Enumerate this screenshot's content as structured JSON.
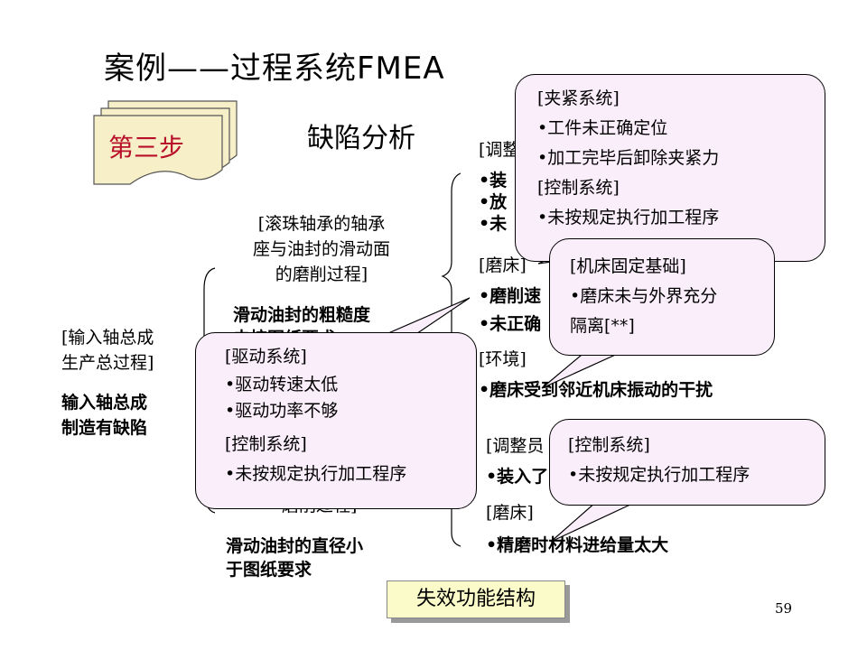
{
  "title": "案例——过程系统FMEA",
  "step_badge": "第三步",
  "subtitle": "缺陷分析",
  "page_number": "59",
  "footer_label": "失效功能结构",
  "left_column": {
    "process_label": "[输入轴总成\n生产总过程]",
    "defect": "输入轴总成\n制造有缺陷"
  },
  "middle_column": {
    "upper_process": "[滚珠轴承的轴承\n座与油封的滑动面\n的磨削过程]",
    "upper_failure": "滑动油封的粗糙度\n未按图纸要求",
    "lower_process": "磨削过程]",
    "lower_failure": "滑动油封的直径小\n于图纸要求"
  },
  "right_column": {
    "group1_header": "[调整",
    "group1_items": [
      "•装",
      "•放",
      "•未"
    ],
    "group2_header": "[磨床]",
    "group2_items": [
      "•磨削速",
      "•未正确"
    ],
    "group3_header": "[环境]",
    "group3_items": [
      "•磨床受到邻近机床振动的干扰"
    ],
    "group4_header": "[调整员",
    "group4_items": [
      "•装入了"
    ],
    "group5_header": "[磨床]",
    "group5_items": [
      "•精磨时材料进给量太大"
    ]
  },
  "bubbles": {
    "clamp": {
      "header1": "[夹紧系统]",
      "items1": [
        "•工件未正确定位",
        "•加工完毕后卸除夹紧力"
      ],
      "header2": "[控制系统]",
      "items2": [
        "•未按规定执行加工程序"
      ]
    },
    "base": {
      "header": "[机床固定基础]",
      "items": [
        "•磨床未与外界充分",
        "隔离[**]"
      ]
    },
    "drive": {
      "header1": "[驱动系统]",
      "items1": [
        "•驱动转速太低",
        "•驱动功率不够"
      ],
      "header2": "[控制系统]",
      "items2": [
        "•未按规定执行加工程序"
      ]
    },
    "control": {
      "header": "[控制系统]",
      "items": [
        "•未按规定执行加工程序"
      ]
    }
  },
  "colors": {
    "bubble_fill": "#fbeefb",
    "badge_fill": "#f7efc8",
    "badge_text": "#b8102a",
    "footer_fill": "#fbfbc9"
  }
}
